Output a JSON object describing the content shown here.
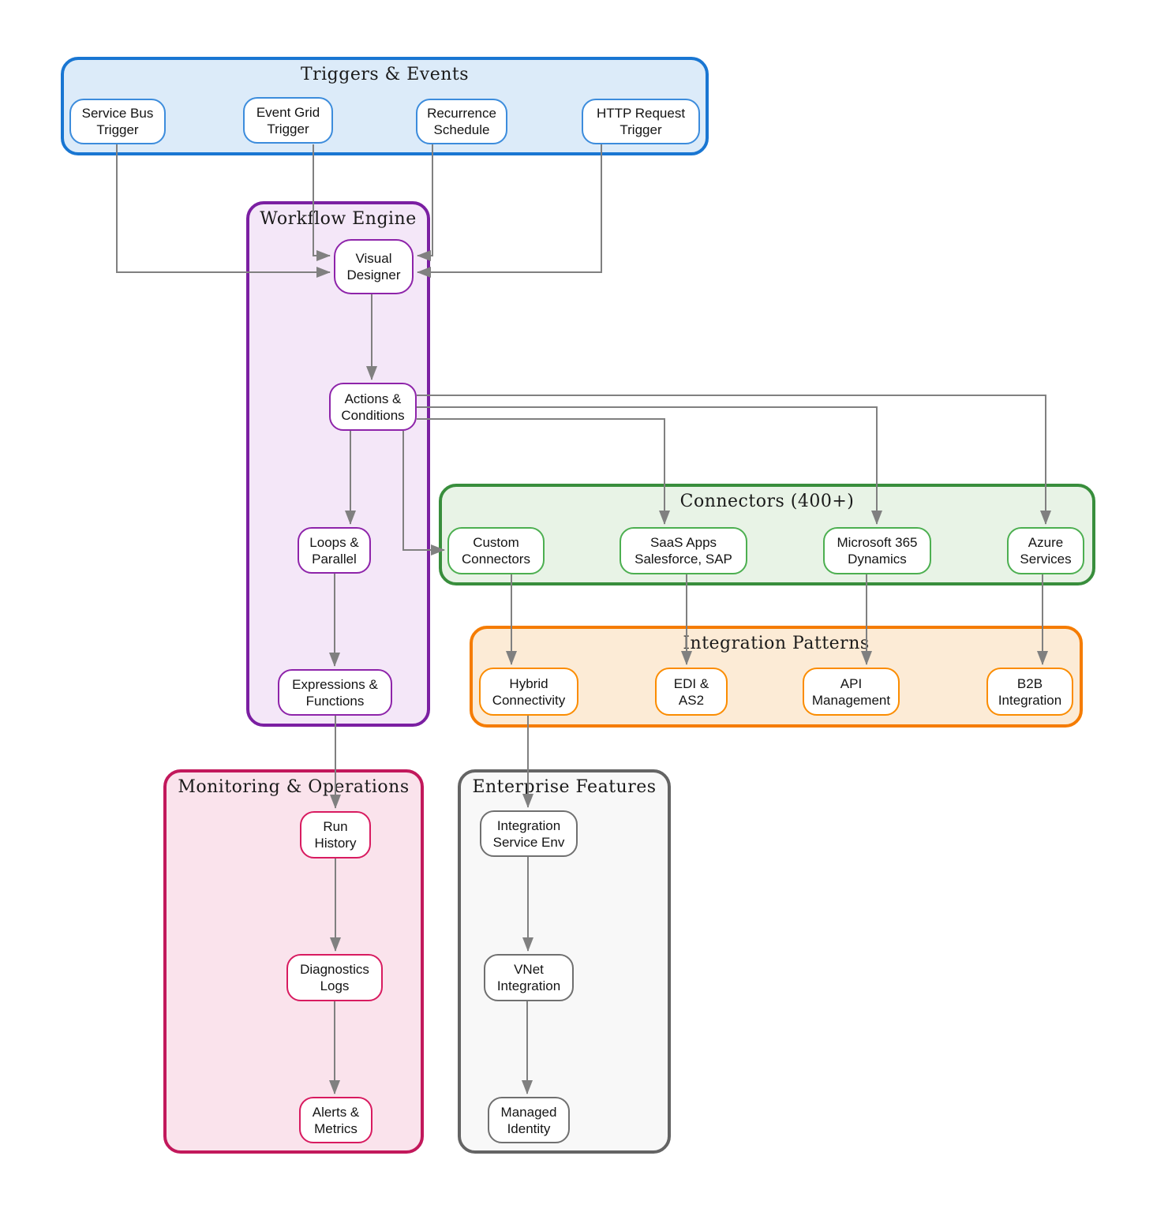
{
  "diagram": {
    "arrow_color": "#808080",
    "groups": [
      {
        "title": "Triggers & Events",
        "border": "#1976d2",
        "fill": "#dcebf9",
        "node_border": "#3c8cdc",
        "nodes": [
          {
            "label": "Service Bus\nTrigger"
          },
          {
            "label": "Event Grid\nTrigger"
          },
          {
            "label": "Recurrence\nSchedule"
          },
          {
            "label": "HTTP Request\nTrigger"
          }
        ]
      },
      {
        "title": "Workflow Engine",
        "border": "#7b1fa2",
        "fill": "#f4e7f8",
        "node_border": "#8e24aa",
        "nodes": [
          {
            "label": "Visual\nDesigner"
          },
          {
            "label": "Actions &\nConditions"
          },
          {
            "label": "Loops &\nParallel"
          },
          {
            "label": "Expressions &\nFunctions"
          }
        ]
      },
      {
        "title": "Connectors (400+)",
        "border": "#388e3c",
        "fill": "#e8f3e6",
        "node_border": "#4caf50",
        "nodes": [
          {
            "label": "Custom\nConnectors"
          },
          {
            "label": "SaaS Apps\nSalesforce, SAP"
          },
          {
            "label": "Microsoft 365\nDynamics"
          },
          {
            "label": "Azure\nServices"
          }
        ]
      },
      {
        "title": "Integration Patterns",
        "border": "#f57c00",
        "fill": "#fcebd6",
        "node_border": "#fb8c00",
        "nodes": [
          {
            "label": "Hybrid\nConnectivity"
          },
          {
            "label": "EDI &\nAS2"
          },
          {
            "label": "API\nManagement"
          },
          {
            "label": "B2B\nIntegration"
          }
        ]
      },
      {
        "title": "Monitoring & Operations",
        "border": "#c2185b",
        "fill": "#fae3ec",
        "node_border": "#d81b60",
        "nodes": [
          {
            "label": "Run\nHistory"
          },
          {
            "label": "Diagnostics\nLogs"
          },
          {
            "label": "Alerts &\nMetrics"
          }
        ]
      },
      {
        "title": "Enterprise Features",
        "border": "#646464",
        "fill": "#f8f8f8",
        "node_border": "#707070",
        "nodes": [
          {
            "label": "Integration\nService Env"
          },
          {
            "label": "VNet\nIntegration"
          },
          {
            "label": "Managed\nIdentity"
          }
        ]
      }
    ]
  }
}
